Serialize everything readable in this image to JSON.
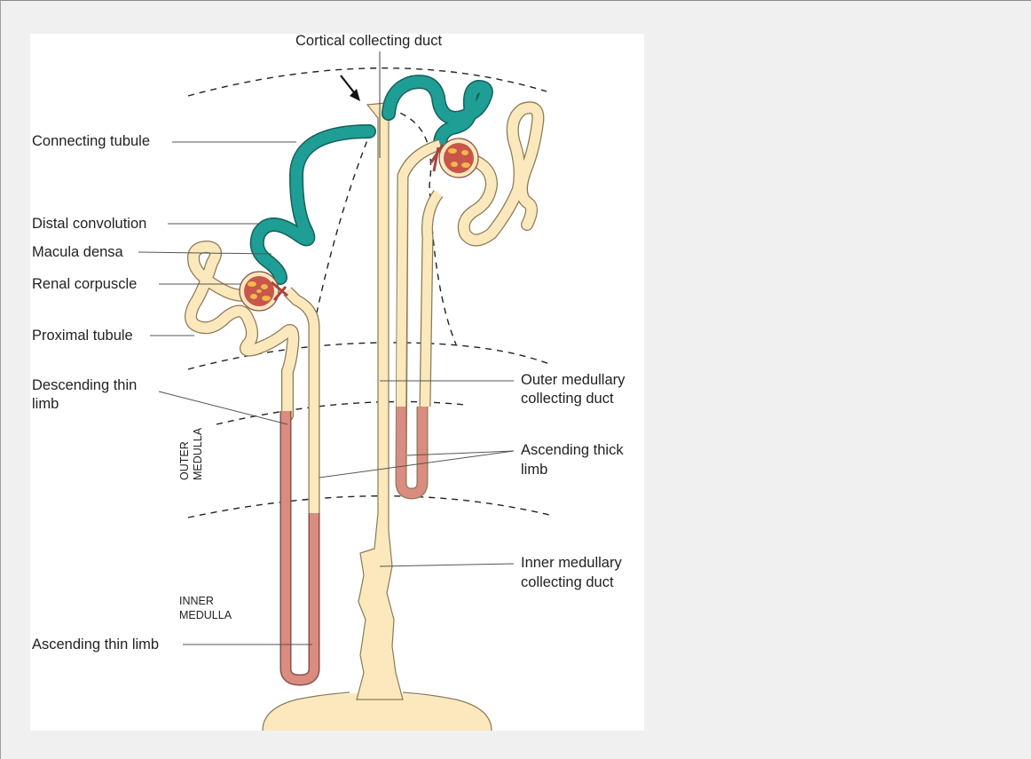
{
  "diagram": {
    "labels": {
      "cortical_collecting_duct": "Cortical collecting duct",
      "connecting_tubule": "Connecting tubule",
      "distal_convolution": "Distal convolution",
      "macula_densa": "Macula densa",
      "renal_corpuscle": "Renal corpuscle",
      "proximal_tubule": "Proximal tubule",
      "descending_thin_limb_1": "Descending thin",
      "descending_thin_limb_2": "limb",
      "outer_medullary_cd_1": "Outer medullary",
      "outer_medullary_cd_2": "collecting duct",
      "ascending_thick_limb_1": "Ascending thick",
      "ascending_thick_limb_2": "limb",
      "inner_medullary_cd_1": "Inner medullary",
      "inner_medullary_cd_2": "collecting duct",
      "ascending_thin_limb": "Ascending thin limb",
      "outer_medulla_1": "OUTER",
      "outer_medulla_2": "MEDULLA",
      "inner_medulla_1": "INNER",
      "inner_medulla_2": "MEDULLA"
    },
    "colors": {
      "tubule": "#fbe9bd",
      "tubule_outline": "#8a7a55",
      "connecting": "#1f9e95",
      "thin_limb": "#d98c7f",
      "corpuscle": "#c8564a",
      "capillary": "#f2b84b"
    }
  }
}
